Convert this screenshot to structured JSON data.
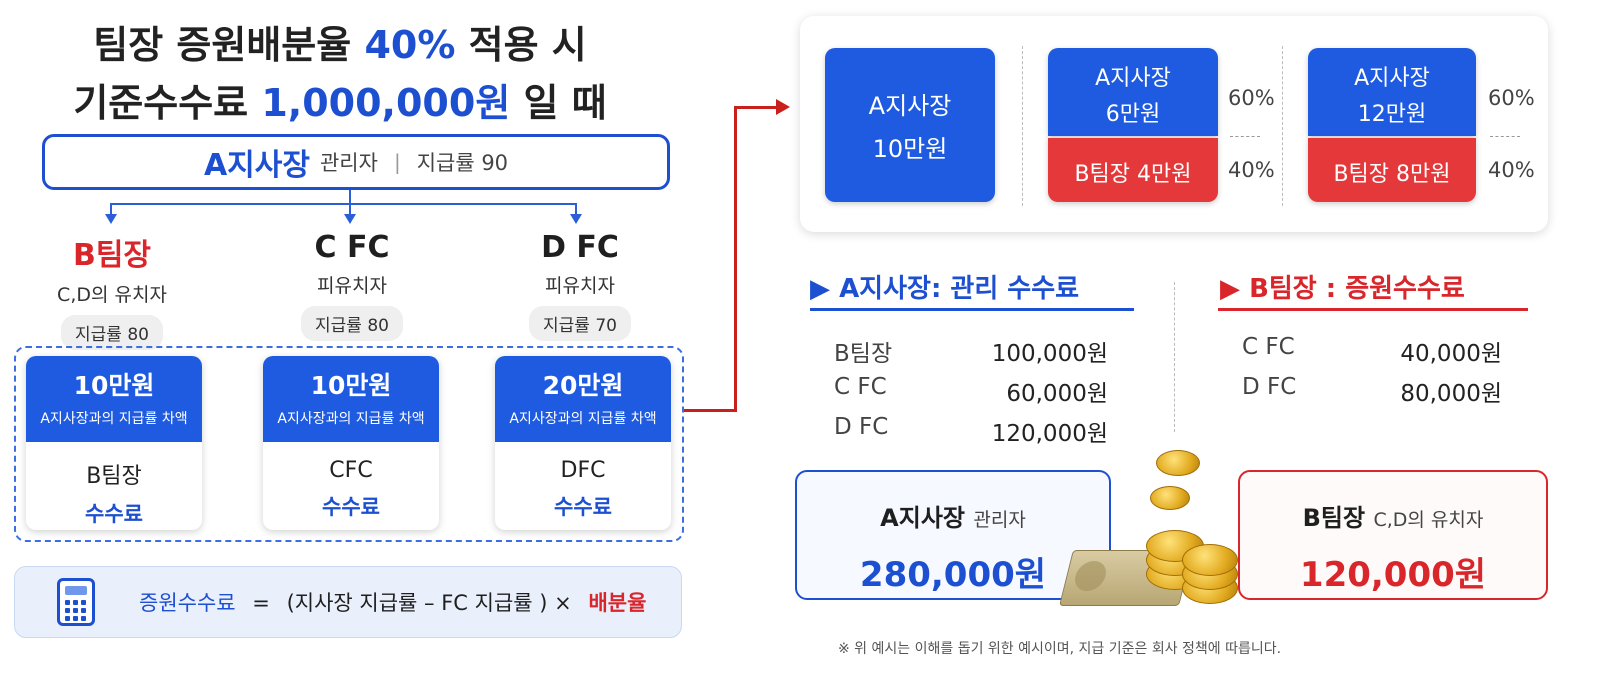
{
  "title": {
    "line1_pre": "팀장 증원배분율 ",
    "line1_highlight": "40%",
    "line1_post": " 적용 시",
    "line2_pre": "기준수수료 ",
    "line2_highlight": "1,000,000원",
    "line2_post": " 일 때"
  },
  "manager": {
    "name": "A지사장",
    "role": "관리자",
    "sep": "|",
    "rate": "지급률 90"
  },
  "members": [
    {
      "name": "B팀장",
      "role": "C,D의 유치자",
      "rate": "지급률 80"
    },
    {
      "name": "C FC",
      "role": "피유치자",
      "rate": "지급률 80"
    },
    {
      "name": "D FC",
      "role": "피유치자",
      "rate": "지급률 70"
    }
  ],
  "cards": [
    {
      "amount": "10만원",
      "desc": "A지사장과의 지급률 차액",
      "who": "B팀장",
      "fee": "수수료"
    },
    {
      "amount": "10만원",
      "desc": "A지사장과의 지급률 차액",
      "who": "CFC",
      "fee": "수수료"
    },
    {
      "amount": "20만원",
      "desc": "A지사장과의 지급률 차액",
      "who": "DFC",
      "fee": "수수료"
    }
  ],
  "formula": {
    "label": "증원수수료",
    "eq": "=",
    "expr": "(지사장 지급률  –  FC 지급률 ) ×",
    "factor": "배분율"
  },
  "split": {
    "main": {
      "line1": "A지사장",
      "line2": "10만원"
    },
    "groups": [
      {
        "top_line1": "A지사장",
        "top_line2": "6만원",
        "top_pct": "60%",
        "bottom": "B팀장 4만원",
        "bottom_pct": "40%"
      },
      {
        "top_line1": "A지사장",
        "top_line2": "12만원",
        "top_pct": "60%",
        "bottom": "B팀장 8만원",
        "bottom_pct": "40%"
      }
    ]
  },
  "section_a": {
    "heading": "A지사장: 관리 수수료",
    "marker": "▶",
    "rows": [
      {
        "label": "B팀장",
        "value": "100,000원"
      },
      {
        "label": "C FC",
        "value": "60,000원"
      },
      {
        "label": "D FC",
        "value": "120,000원"
      }
    ]
  },
  "section_b": {
    "heading": "B팀장 : 증원수수료",
    "marker": "▶",
    "rows": [
      {
        "label": "C FC",
        "value": "40,000원"
      },
      {
        "label": "D FC",
        "value": "80,000원"
      }
    ]
  },
  "totals": {
    "a": {
      "name": "A지사장",
      "role": "관리자",
      "value": "280,000원"
    },
    "b": {
      "name": "B팀장",
      "role": "C,D의 유치자",
      "value": "120,000원"
    }
  },
  "note": "※ 위 예시는 이해를 돕기 위한 예시이며, 지급 기준은 회사 정책에 따릅니다.",
  "colors": {
    "blue": "#1e5be0",
    "red": "#e4383a",
    "dark": "#222222"
  }
}
